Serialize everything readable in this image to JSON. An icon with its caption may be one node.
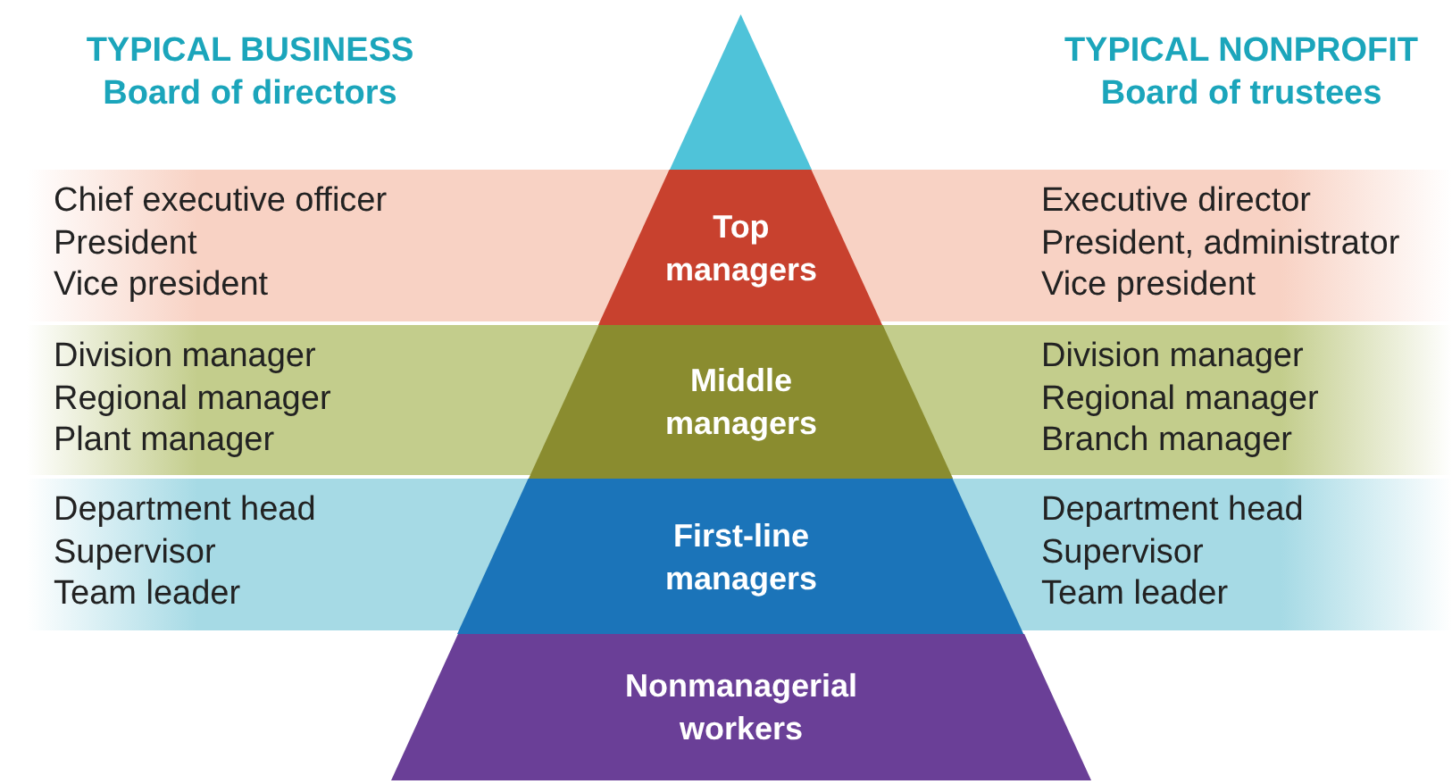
{
  "diagram": {
    "nodes": [
      {
        "text": [],
        "shape": "triangle"
      },
      {
        "text": [
          "Chief executive officer",
          "President",
          "Vice president",
          "Executive director",
          "President, administrator",
          "Vice president"
        ]
      },
      {
        "text": [
          "Top managers"
        ],
        "in": 1
      },
      {
        "text": [
          "Division manager",
          "Regional manager",
          "Plant manager",
          "Division manager",
          "Regional manager",
          "Branch manager"
        ]
      },
      {
        "text": [
          "Middle managers"
        ],
        "in": 3
      },
      {
        "text": [
          "Department head",
          "Supervisor",
          "Team leader",
          "Department head",
          "Supervisor",
          "Team leader"
        ]
      },
      {
        "text": [
          "First-line managers"
        ],
        "in": 5
      },
      {
        "text": [
          "Nonmanagerial workers"
        ]
      }
    ],
    "edges": [],
    "labels": [
      "TYPICAL BUSINESS",
      "TYPICAL NONPROFIT",
      "Board of directors",
      "Board of trustees"
    ]
  }
}
